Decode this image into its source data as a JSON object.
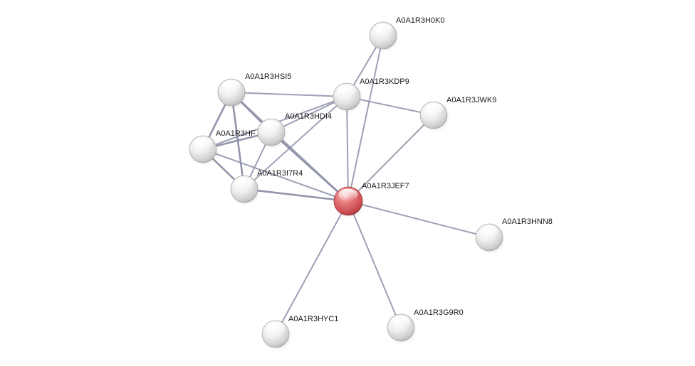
{
  "colors": {
    "edge": "#8c8fa8",
    "node_default": "#e6e6e6",
    "node_query": "#d9545a",
    "label": "#1a1a1a"
  },
  "nodes": [
    {
      "id": "A0A1R3JEF7",
      "label": "A0A1R3JEF7",
      "query": true
    },
    {
      "id": "A0A1R3H0K0",
      "label": "A0A1R3H0K0",
      "query": false
    },
    {
      "id": "A0A1R3KDP9",
      "label": "A0A1R3KDP9",
      "query": false
    },
    {
      "id": "A0A1R3HSI5",
      "label": "A0A1R3HSI5",
      "query": false
    },
    {
      "id": "A0A1R3JWK9",
      "label": "A0A1R3JWK9",
      "query": false
    },
    {
      "id": "A0A1R3HDI4",
      "label": "A0A1R3HDI4",
      "query": false
    },
    {
      "id": "A0A1R3HF",
      "label": "A0A1R3HF",
      "query": false
    },
    {
      "id": "A0A1R3I7R4",
      "label": "A0A1R3I7R4",
      "query": false
    },
    {
      "id": "A0A1R3HNN8",
      "label": "A0A1R3HNN8",
      "query": false
    },
    {
      "id": "A0A1R3HYC1",
      "label": "A0A1R3HYC1",
      "query": false
    },
    {
      "id": "A0A1R3G9R0",
      "label": "A0A1R3G9R0",
      "query": false
    }
  ],
  "edges": [
    {
      "from": "A0A1R3H0K0",
      "to": "A0A1R3KDP9",
      "weight": 2
    },
    {
      "from": "A0A1R3H0K0",
      "to": "A0A1R3JEF7",
      "weight": 2
    },
    {
      "from": "A0A1R3KDP9",
      "to": "A0A1R3JWK9",
      "weight": 2
    },
    {
      "from": "A0A1R3KDP9",
      "to": "A0A1R3HSI5",
      "weight": 2
    },
    {
      "from": "A0A1R3KDP9",
      "to": "A0A1R3HDI4",
      "weight": 2
    },
    {
      "from": "A0A1R3KDP9",
      "to": "A0A1R3HF",
      "weight": 2
    },
    {
      "from": "A0A1R3KDP9",
      "to": "A0A1R3I7R4",
      "weight": 2
    },
    {
      "from": "A0A1R3KDP9",
      "to": "A0A1R3JEF7",
      "weight": 2
    },
    {
      "from": "A0A1R3HSI5",
      "to": "A0A1R3HDI4",
      "weight": 3
    },
    {
      "from": "A0A1R3HSI5",
      "to": "A0A1R3HF",
      "weight": 3
    },
    {
      "from": "A0A1R3HSI5",
      "to": "A0A1R3I7R4",
      "weight": 3
    },
    {
      "from": "A0A1R3HSI5",
      "to": "A0A1R3JEF7",
      "weight": 2
    },
    {
      "from": "A0A1R3HDI4",
      "to": "A0A1R3HF",
      "weight": 3
    },
    {
      "from": "A0A1R3HDI4",
      "to": "A0A1R3I7R4",
      "weight": 2
    },
    {
      "from": "A0A1R3HDI4",
      "to": "A0A1R3JEF7",
      "weight": 3
    },
    {
      "from": "A0A1R3HF",
      "to": "A0A1R3I7R4",
      "weight": 3
    },
    {
      "from": "A0A1R3HF",
      "to": "A0A1R3JEF7",
      "weight": 2
    },
    {
      "from": "A0A1R3I7R4",
      "to": "A0A1R3JEF7",
      "weight": 3
    },
    {
      "from": "A0A1R3JWK9",
      "to": "A0A1R3JEF7",
      "weight": 2
    },
    {
      "from": "A0A1R3JEF7",
      "to": "A0A1R3HNN8",
      "weight": 2
    },
    {
      "from": "A0A1R3JEF7",
      "to": "A0A1R3HYC1",
      "weight": 2
    },
    {
      "from": "A0A1R3JEF7",
      "to": "A0A1R3G9R0",
      "weight": 2
    }
  ]
}
